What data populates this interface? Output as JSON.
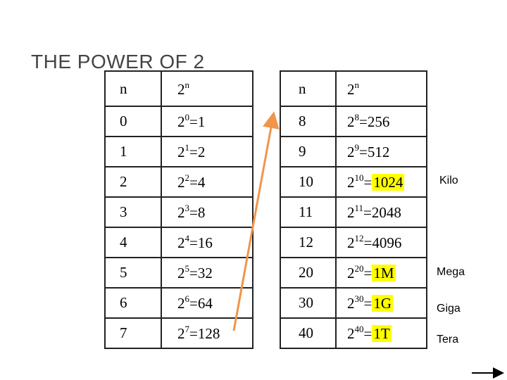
{
  "title": "THE POWER OF 2",
  "headers": {
    "n": "n",
    "base": "2",
    "exp": "n"
  },
  "left_rows": [
    {
      "n": "0",
      "base": "2",
      "exp": "0",
      "rest": "=1"
    },
    {
      "n": "1",
      "base": "2",
      "exp": "1",
      "rest": "=2"
    },
    {
      "n": "2",
      "base": "2",
      "exp": "2",
      "rest": "=4"
    },
    {
      "n": "3",
      "base": "2",
      "exp": "3",
      "rest": "=8"
    },
    {
      "n": "4",
      "base": "2",
      "exp": "4",
      "rest": "=16"
    },
    {
      "n": "5",
      "base": "2",
      "exp": "5",
      "rest": "=32"
    },
    {
      "n": "6",
      "base": "2",
      "exp": "6",
      "rest": "=64"
    },
    {
      "n": "7",
      "base": "2",
      "exp": "7",
      "rest": "=128"
    }
  ],
  "right_rows": [
    {
      "n": "8",
      "base": "2",
      "exp": "8",
      "eq": "=",
      "value": "256",
      "highlight": false
    },
    {
      "n": "9",
      "base": "2",
      "exp": "9",
      "eq": "=",
      "value": "512",
      "highlight": false
    },
    {
      "n": "10",
      "base": "2",
      "exp": "10",
      "eq": "=",
      "value": "1024",
      "highlight": true
    },
    {
      "n": "11",
      "base": "2",
      "exp": "11",
      "eq": "=",
      "value": "2048",
      "highlight": false
    },
    {
      "n": "12",
      "base": "2",
      "exp": "12",
      "eq": "=",
      "value": "4096",
      "highlight": false
    },
    {
      "n": "20",
      "base": "2",
      "exp": "20",
      "eq": "=",
      "value": "1M",
      "highlight": true
    },
    {
      "n": "30",
      "base": "2",
      "exp": "30",
      "eq": "=",
      "value": "1G",
      "highlight": true
    },
    {
      "n": "40",
      "base": "2",
      "exp": "40",
      "eq": "=",
      "value": "1T",
      "highlight": true
    }
  ],
  "units": {
    "kilo": "Kilo",
    "mega": "Mega",
    "giga": "Giga",
    "tera": "Tera"
  },
  "colors": {
    "arrow": "#f0954a",
    "highlight": "#ffff00",
    "title": "#444444"
  }
}
